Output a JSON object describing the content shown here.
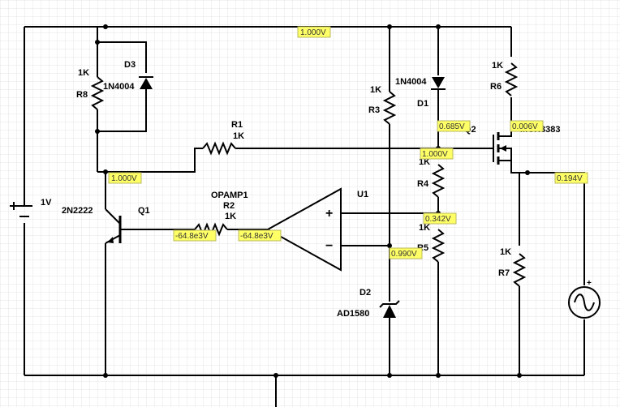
{
  "components": {
    "battery": {
      "value": "1V"
    },
    "r8": {
      "name": "R8",
      "value": "1K"
    },
    "d3": {
      "name": "D3",
      "part": "1N4004"
    },
    "r1": {
      "name": "R1",
      "value": "1K"
    },
    "q1": {
      "name": "Q1",
      "part": "2N2222"
    },
    "r2": {
      "name": "R2",
      "value": "1K",
      "ref": "OPAMP1"
    },
    "u1": {
      "name": "U1",
      "plus": "+",
      "minus": "−"
    },
    "r3": {
      "name": "R3",
      "value": "1K"
    },
    "d2": {
      "name": "D2",
      "part": "AD1580"
    },
    "d1": {
      "name": "D1",
      "part": "1N4004"
    },
    "r4": {
      "name": "R4",
      "value": "1K"
    },
    "r5": {
      "name": "R5",
      "value": "1K"
    },
    "q2": {
      "name": "Q2",
      "part": "MCH3383"
    },
    "r6": {
      "name": "R6",
      "value": "1K"
    },
    "r7": {
      "name": "R7",
      "value": "1K"
    },
    "source": {
      "polarity": "+"
    }
  },
  "probes": {
    "top_rail": "1.000V",
    "q1_collector": "1.000V",
    "opamp_out": "-64.8e3V",
    "r2_in": "-64.8e3V",
    "d1_cathode": "0.685V",
    "q2_gate": "1.000V",
    "q2_drain": "0.006V",
    "q2_source": "0.194V",
    "r4_r5": "0.342V",
    "d2_node": "0.990V"
  },
  "colors": {
    "probe_fill": "#ffff66",
    "grid": "#e4e4e4",
    "wire": "#000000"
  }
}
